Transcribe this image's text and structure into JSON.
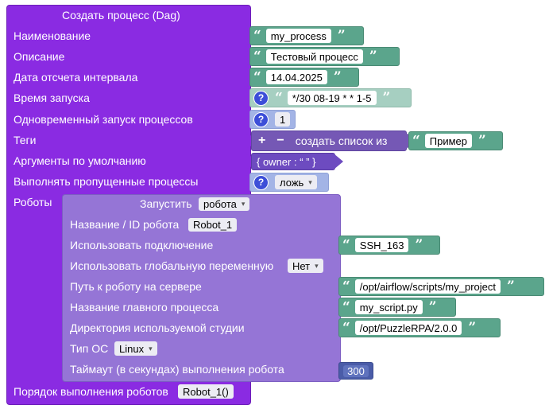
{
  "process": {
    "title": "Создать процесс (Dag)",
    "rows": {
      "name_label": "Наименование",
      "description_label": "Описание",
      "start_date_label": "Дата отсчета интервала",
      "schedule_label": "Время запуска",
      "concurrency_label": "Одновременный запуск процессов",
      "tags_label": "Теги",
      "default_args_label": "Аргументы по умолчанию",
      "catchup_label": "Выполнять пропущенные процессы",
      "robots_label": "Роботы",
      "order_label": "Порядок выполнения роботов"
    },
    "values": {
      "name": "my_process",
      "description": "Тестовый процесс",
      "start_date": "14.04.2025",
      "schedule": "*/30 08-19 * * 1-5",
      "concurrency": "1",
      "tags_list_label": "создать список из",
      "tag_item": "Пример",
      "default_args": "{ owner : “ ” }",
      "catchup": "ложь",
      "order": "Robot_1()"
    },
    "help_glyph": "?",
    "plus": "+",
    "minus": "−"
  },
  "robot": {
    "run_label": "Запустить",
    "run_value": "робота",
    "rows": {
      "name_label": "Название / ID робота",
      "connection_label": "Использовать подключение",
      "global_var_label": "Использовать глобальную переменную",
      "path_label": "Путь к роботу на сервере",
      "main_process_label": "Название главного процесса",
      "studio_dir_label": "Директория используемой студии",
      "os_label": "Тип ОС",
      "timeout_label": "Таймаут (в секундах) выполнения робота"
    },
    "values": {
      "name": "Robot_1",
      "connection": "SSH_163",
      "global_var": "Нет",
      "path": "/opt/airflow/scripts/my_project",
      "main_process": "my_script.py",
      "studio_dir": "/opt/PuzzleRPA/2.0.0",
      "os": "Linux",
      "timeout": "300"
    }
  },
  "colors": {
    "process_block": "#8a2be2",
    "text_block": "#5ba58c",
    "robot_block": "#9575d6",
    "list_block": "#7558b5",
    "number_block": "#4a5ca8"
  },
  "glyphs": {
    "open_quote": "“",
    "close_quote": "”",
    "dropdown": "▾"
  }
}
